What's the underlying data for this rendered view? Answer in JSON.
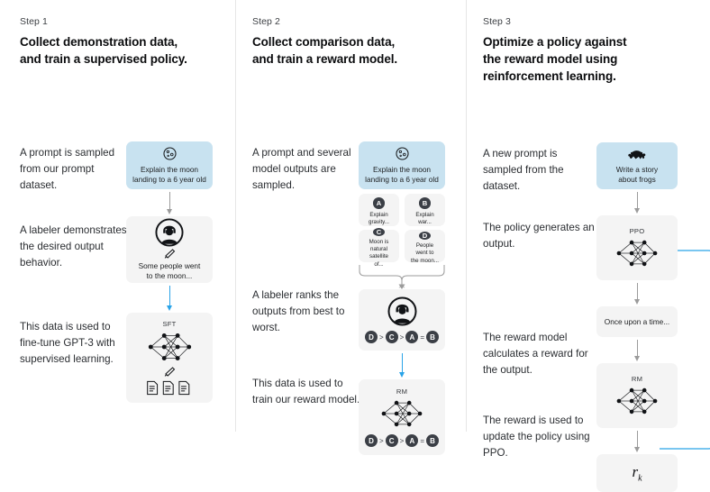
{
  "columns": [
    {
      "step_label": "Step 1",
      "title": "Collect demonstration data,\nand train a supervised policy.",
      "captions": [
        "A prompt is\nsampled from our\nprompt dataset.",
        "A labeler\ndemonstrates the\ndesired output\nbehavior.",
        "This data is used\nto fine-tune GPT-3\nwith supervised\nlearning."
      ],
      "nodes": [
        {
          "name": "prompt-box",
          "style": "blue",
          "icon": "moon-icon",
          "text": "Explain the moon\nlanding to a 6 year old"
        },
        {
          "name": "labeler-box",
          "style": "grey",
          "icon": "labeler-avatar-icon",
          "text": "Some people went\nto the moon..."
        },
        {
          "name": "sft-box",
          "style": "grey",
          "tag": "SFT",
          "icon": "neural-network-icon"
        }
      ]
    },
    {
      "step_label": "Step 2",
      "title": "Collect comparison data,\nand train a reward model.",
      "captions": [
        "A prompt and\nseveral model\noutputs are\nsampled.",
        "A labeler ranks\nthe outputs from\nbest to worst.",
        "This data is used\nto train our\nreward model."
      ],
      "nodes": [
        {
          "name": "prompt-box",
          "style": "blue",
          "icon": "moon-icon",
          "text": "Explain the moon\nlanding to a 6 year old"
        },
        {
          "name": "labeler-rank-box",
          "style": "grey",
          "icon": "labeler-avatar-icon"
        },
        {
          "name": "rm-box",
          "style": "grey",
          "tag": "RM",
          "icon": "neural-network-icon"
        }
      ],
      "completions": [
        {
          "letter": "A",
          "text": "Explain gravity..."
        },
        {
          "letter": "B",
          "text": "Explain war..."
        },
        {
          "letter": "C",
          "text": "Moon is natural\nsatellite of..."
        },
        {
          "letter": "D",
          "text": "People went to\nthe moon..."
        }
      ],
      "ranking": [
        "D",
        ">",
        "C",
        ">",
        "A",
        "=",
        "B"
      ]
    },
    {
      "step_label": "Step 3",
      "title": "Optimize a policy against\nthe reward model using\nreinforcement learning.",
      "captions": [
        "A new prompt\nis sampled from\nthe dataset.",
        "The policy\ngenerates\nan output.",
        "The reward model\ncalculates a\nreward for\nthe output.",
        "The reward is\nused to update\nthe policy\nusing PPO."
      ],
      "nodes": [
        {
          "name": "prompt-box",
          "style": "blue",
          "icon": "frog-icon",
          "text": "Write a story\nabout frogs"
        },
        {
          "name": "ppo-box",
          "style": "grey",
          "tag": "PPO",
          "icon": "neural-network-icon"
        },
        {
          "name": "output-box",
          "style": "grey",
          "text": "Once upon a time..."
        },
        {
          "name": "rm-box",
          "style": "grey",
          "tag": "RM",
          "icon": "neural-network-icon"
        },
        {
          "name": "reward-box",
          "style": "grey",
          "text": "r",
          "subscript": "k"
        }
      ]
    }
  ],
  "colors": {
    "prompt_blue": "#c8e2f0",
    "box_grey": "#f4f4f4",
    "arrow_grey": "#9b9b9b",
    "arrow_blue": "#29a3e8",
    "letter_badge": "#3b3f46",
    "divider": "#e6e6e6"
  }
}
